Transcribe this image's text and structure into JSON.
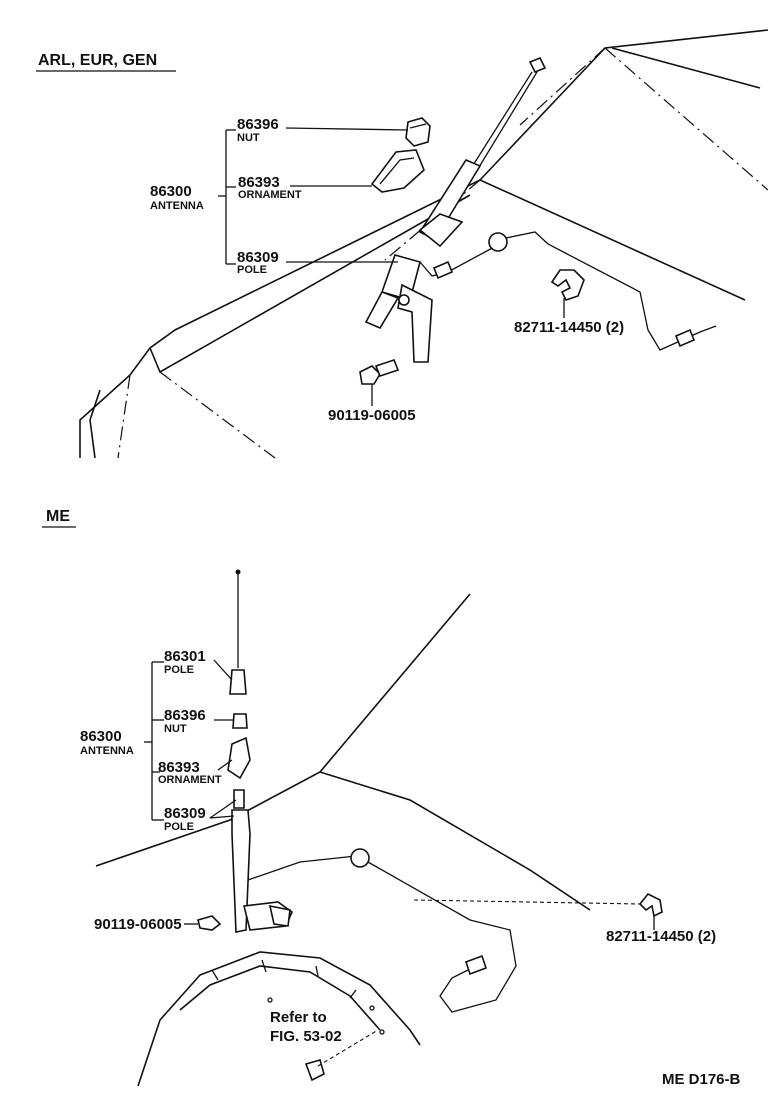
{
  "sections": {
    "top": {
      "title": "ARL, EUR, GEN",
      "antenna": {
        "number": "86300",
        "name": "ANTENNA"
      },
      "parts": [
        {
          "number": "86396",
          "name": "NUT"
        },
        {
          "number": "86393",
          "name": "ORNAMENT"
        },
        {
          "number": "86309",
          "name": "POLE"
        }
      ],
      "clamp": "82711-14450 (2)",
      "bolt": "90119-06005"
    },
    "bottom": {
      "title": "ME",
      "antenna": {
        "number": "86300",
        "name": "ANTENNA"
      },
      "parts": [
        {
          "number": "86301",
          "name": "POLE"
        },
        {
          "number": "86396",
          "name": "NUT"
        },
        {
          "number": "86393",
          "name": "ORNAMENT"
        },
        {
          "number": "86309",
          "name": "POLE"
        }
      ],
      "clamp": "82711-14450 (2)",
      "bolt": "90119-06005",
      "refer_line1": "Refer to",
      "refer_line2": "FIG. 53-02"
    }
  },
  "footer_code": "ME  D176-B"
}
